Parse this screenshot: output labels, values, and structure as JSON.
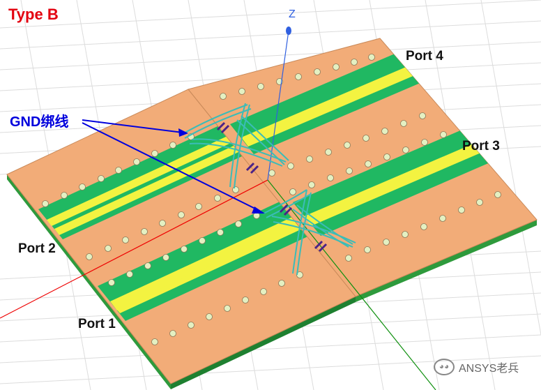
{
  "title": "Type B",
  "annotation": "GND绑线",
  "ports": {
    "p1": "Port 1",
    "p2": "Port 2",
    "p3": "Port 3",
    "p4": "Port 4"
  },
  "axis": {
    "z": "Z"
  },
  "watermark": "ANSYS老兵",
  "colors": {
    "title": "#e3000f",
    "annotation": "#0000dd",
    "substrate": "#f2ac78",
    "ground_stripe": "#20b862",
    "signal_trace": "#f3f341",
    "via": "#e4f0c2",
    "bondwire": "#3bbcb8",
    "capacitor": "#4a2288",
    "x_axis": "#ee0000",
    "y_axis": "#109010",
    "z_axis": "#3060e0"
  }
}
